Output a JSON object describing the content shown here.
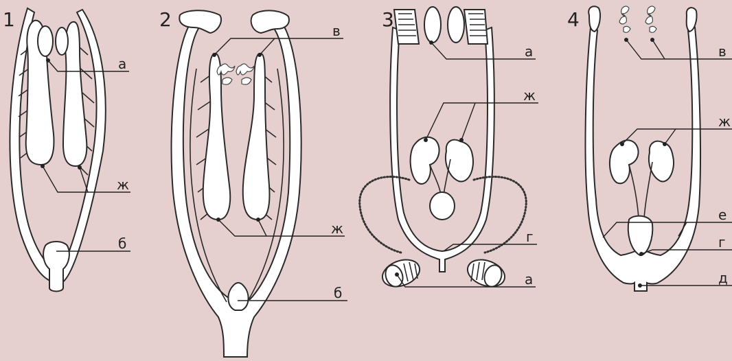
{
  "panels": [
    {
      "number": "1"
    },
    {
      "number": "2"
    },
    {
      "number": "3"
    },
    {
      "number": "4"
    }
  ],
  "labels": {
    "a": "а",
    "b": "б",
    "v": "в",
    "g": "г",
    "d": "д",
    "e": "е",
    "zh": "ж"
  },
  "colors": {
    "background": "#e6cfcf",
    "organ_fill": "#ffffff",
    "line": "#2a2a2a"
  }
}
